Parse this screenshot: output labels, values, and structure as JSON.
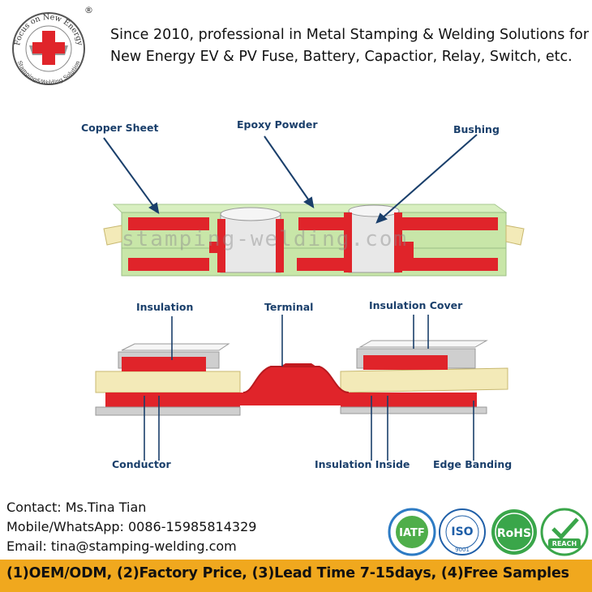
{
  "logo": {
    "arc_text": "Focus on New Energy",
    "bottom_text": "Stamping&Welding Solution",
    "reg_mark": "®"
  },
  "header": {
    "line1": "Since 2010, professional in Metal Stamping & Welding Solutions for",
    "line2": "New Energy EV & PV Fuse, Battery, Capactior, Relay, Switch, etc."
  },
  "diagram": {
    "top_labels": {
      "copper_sheet": "Copper Sheet",
      "epoxy_powder": "Epoxy Powder",
      "bushing": "Bushing"
    },
    "bottom_labels": {
      "insulation": "Insulation",
      "terminal": "Terminal",
      "insulation_cover": "Insulation Cover",
      "conductor": "Conductor",
      "insulation_inside": "Insulation Inside",
      "edge_banding": "Edge Banding"
    },
    "watermark": "stamping-welding.com"
  },
  "contact": {
    "name": "Contact: Ms.Tina Tian",
    "phone": "Mobile/WhatsApp: 0086-15985814329",
    "email": "Email: tina@stamping-welding.com"
  },
  "certs": {
    "iatf": "IATF",
    "iso": "ISO",
    "iso_num": "9001",
    "rohs": "RoHS",
    "reach": "REACH"
  },
  "banner": {
    "text": "(1)OEM/ODM, (2)Factory Price, (3)Lead Time 7-15days, (4)Free Samples"
  },
  "colors": {
    "copper_red": "#e0242a",
    "epoxy_green": "#c8e6a8",
    "insulation_cream": "#f3eab8",
    "label_navy": "#1a3f6b",
    "banner_orange": "#f0a81e"
  }
}
